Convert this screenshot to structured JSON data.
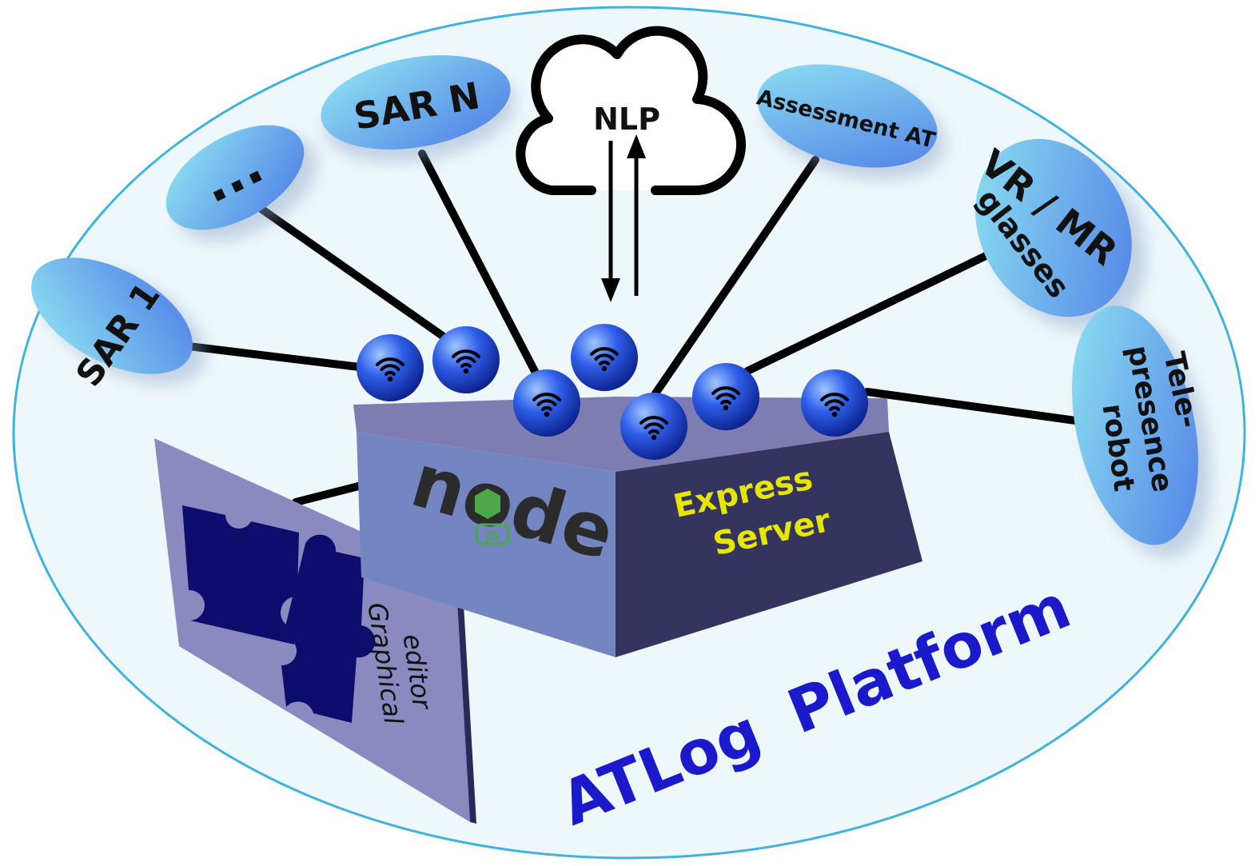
{
  "platform": {
    "title_part1": "ATLog",
    "title_part2": "Platform",
    "title_color": "#1a1acc",
    "border_color": "#3fb3e0",
    "fill_color": "#eef8fb"
  },
  "server": {
    "line1": "Express",
    "line2": "Server",
    "text_color": "#e6e600",
    "logo_word": "node",
    "logo_badge": "JS"
  },
  "cloud": {
    "label": "NLP"
  },
  "devices": {
    "sar1": "SAR 1",
    "ellipsis": "...",
    "sarn": "SAR N",
    "assessment": "Assessment AT",
    "vr_line1": "VR / MR",
    "vr_line2": "glasses",
    "tele_line1": "Tele-",
    "tele_line2": "presence",
    "tele_line3": "robot"
  },
  "editor": {
    "line1": "Graphical",
    "line2": "editor"
  },
  "icons": {
    "node": "wifi-icon",
    "editor": "puzzle-icon",
    "cloud": "cloud-icon"
  }
}
